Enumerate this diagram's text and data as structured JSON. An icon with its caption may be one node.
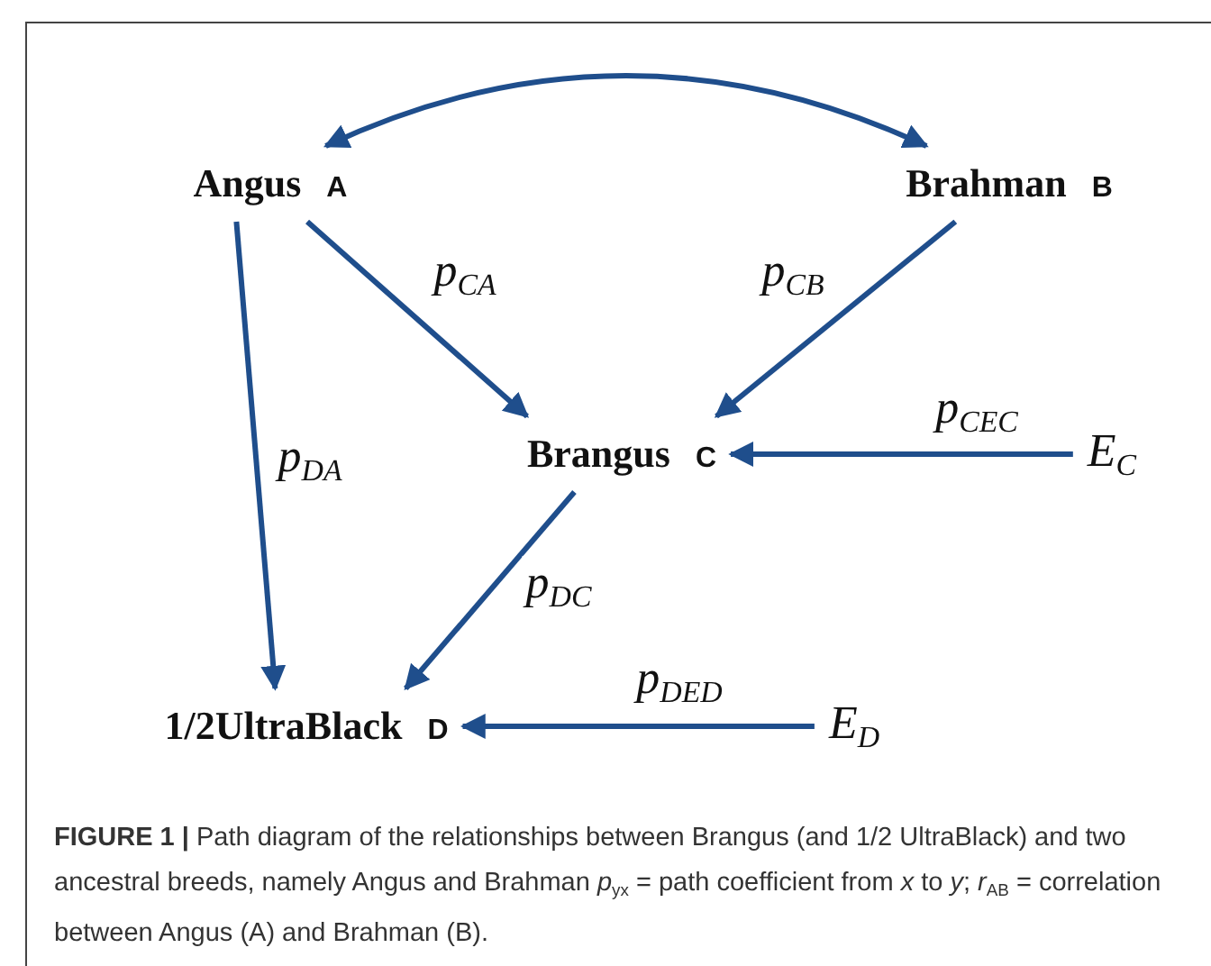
{
  "diagram": {
    "caption": "**FIGURE 1 |** Path diagram of the relationships between Brangus (and 1/2 UltraBlack) and two ancestral breeds, namely Angus and Brahman *p*$_{yx}$ = path coefficient from *x* to *y*; *r*$_{AB}$ = correlation between Angus (A) and Brahman (B).",
    "nodes": [
      {
        "text": [
          "Angus"
        ],
        "beside": [
          "A"
        ]
      },
      {
        "text": [
          "Brahman"
        ],
        "beside": [
          "B"
        ]
      },
      {
        "text": [
          "Brangus"
        ],
        "beside": [
          "C"
        ]
      },
      {
        "text": [
          "1/2UltraBlack"
        ],
        "beside": [
          "D"
        ]
      },
      {
        "text": [
          "E$_{C}$"
        ]
      },
      {
        "text": [
          "E$_{D}$"
        ]
      }
    ],
    "edges": [
      {
        "from": 0,
        "to": 1,
        "arrow": "both"
      },
      {
        "from": 0,
        "to": 2,
        "arrow": "to",
        "label": "p$_{CA}$"
      },
      {
        "from": 1,
        "to": 2,
        "arrow": "to",
        "label": "p$_{CB}$"
      },
      {
        "from": 0,
        "to": 3,
        "arrow": "to",
        "label": "p$_{DA}$"
      },
      {
        "from": 2,
        "to": 3,
        "arrow": "to",
        "label": "p$_{DC}$"
      },
      {
        "from": 4,
        "to": 2,
        "arrow": "to",
        "label": "p$_{CE}$$_{C}$"
      },
      {
        "from": 5,
        "to": 3,
        "arrow": "to",
        "label": "p$_{DE}$$_{D}$"
      }
    ]
  }
}
